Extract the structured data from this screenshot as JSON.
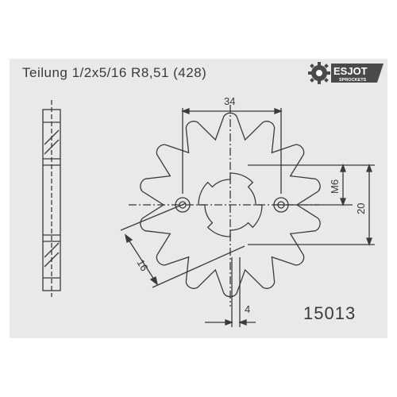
{
  "header": {
    "pitch_spec": "Teilung 1/2x5/16 R8,51 (428)"
  },
  "brand": {
    "name": "ESJOT",
    "tagline": "SPROCKETS"
  },
  "part_number": "15013",
  "dimensions": {
    "pitch_circle_width": "34",
    "bolt_thread": "M6",
    "bolt_distance": "20",
    "spline_width": "16",
    "shaft_offset": "4"
  },
  "sprocket": {
    "teeth": 14
  },
  "colors": {
    "sheet_background": "#e9e9e9",
    "line": "#3a3a3a",
    "logo_background": "#4a4a4a"
  }
}
